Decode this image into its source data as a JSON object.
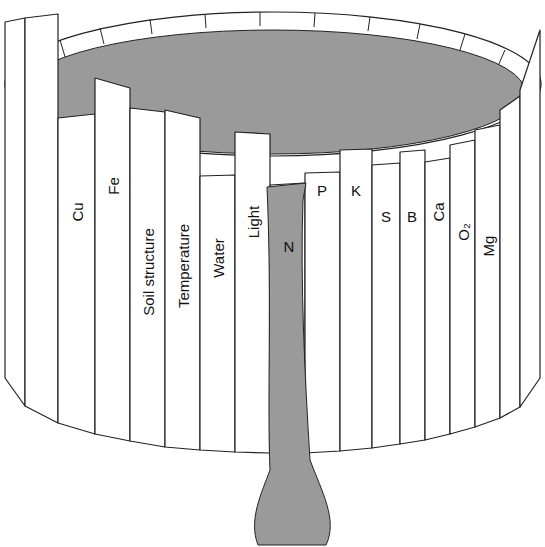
{
  "diagram": {
    "labels": [
      "Cu",
      "Fe",
      "Soil structure",
      "Temperature",
      "Water",
      "Light",
      "N",
      "P",
      "K",
      "S",
      "B",
      "Ca",
      "O₂",
      "Mg"
    ]
  }
}
